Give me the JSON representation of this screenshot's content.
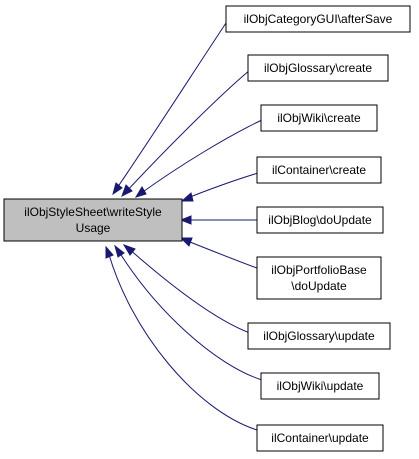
{
  "diagram": {
    "type": "doxygen-caller-graph",
    "colors": {
      "edge": "#191970",
      "focus_fill": "#bfbfbf",
      "node_fill": "#ffffff",
      "node_border": "#000000"
    },
    "focus_node": {
      "lines": [
        "ilObjStyleSheet\\writeStyle",
        "Usage"
      ]
    },
    "callers": [
      {
        "lines": [
          "ilObjCategoryGUI\\afterSave"
        ]
      },
      {
        "lines": [
          "ilObjGlossary\\create"
        ]
      },
      {
        "lines": [
          "ilObjWiki\\create"
        ]
      },
      {
        "lines": [
          "ilContainer\\create"
        ]
      },
      {
        "lines": [
          "ilObjBlog\\doUpdate"
        ]
      },
      {
        "lines": [
          "ilObjPortfolioBase",
          "\\doUpdate"
        ]
      },
      {
        "lines": [
          "ilObjGlossary\\update"
        ]
      },
      {
        "lines": [
          "ilObjWiki\\update"
        ]
      },
      {
        "lines": [
          "ilContainer\\update"
        ]
      }
    ]
  }
}
